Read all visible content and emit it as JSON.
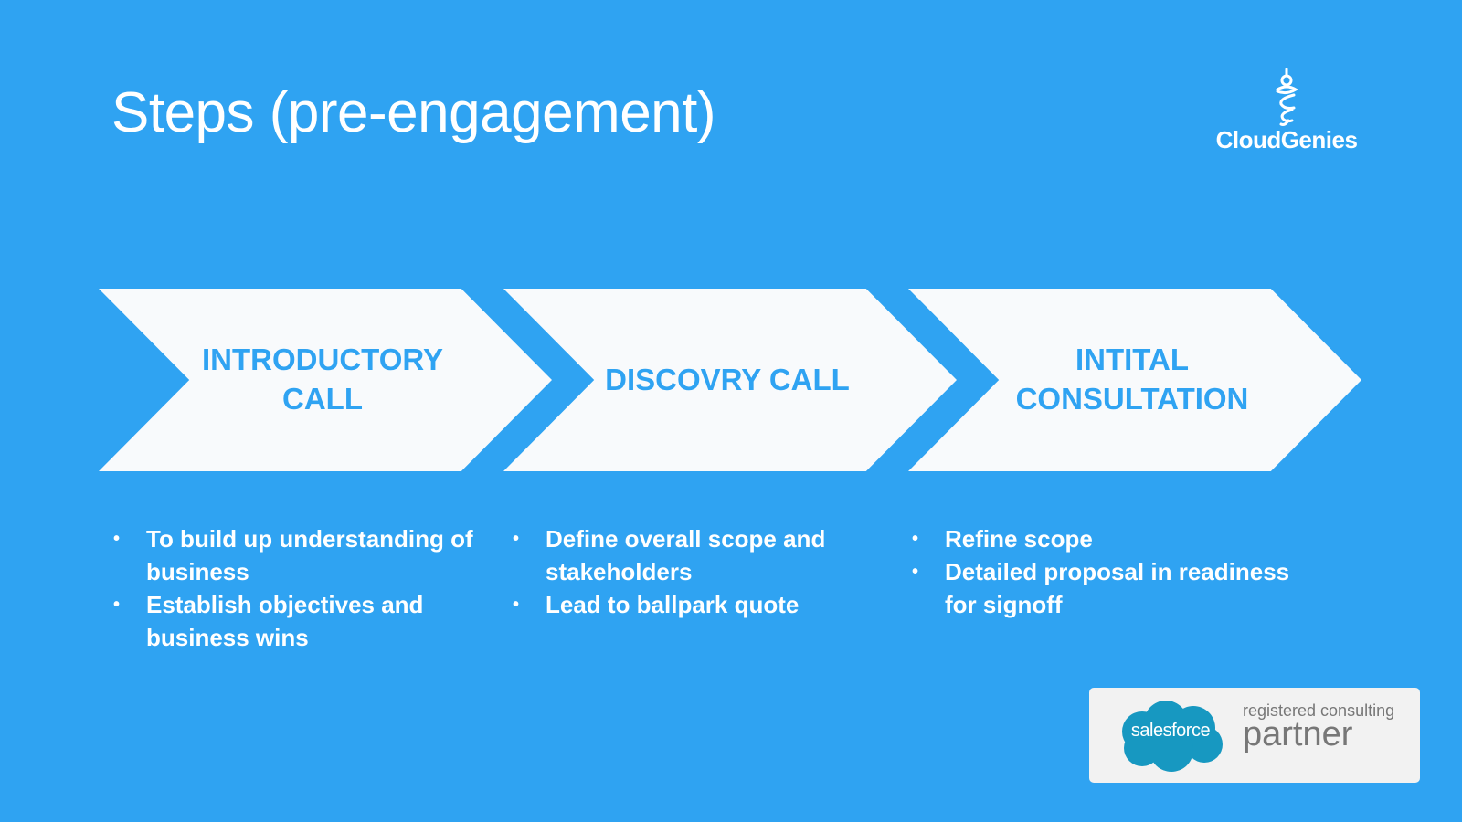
{
  "slide": {
    "title": "Steps (pre-engagement)",
    "background_color": "#2fa3f2",
    "chevron_color": "#f8fafc",
    "accent_text_color": "#2fa3f2"
  },
  "logo": {
    "text": "CloudGenies",
    "icon": "genie-icon"
  },
  "steps": [
    {
      "label": "INTRODUCTORY CALL",
      "bullets": [
        "To build up understanding of business",
        "Establish objectives and business wins"
      ]
    },
    {
      "label": "DISCOVRY CALL",
      "bullets": [
        "Define overall scope and stakeholders",
        "Lead to ballpark quote"
      ]
    },
    {
      "label": "INTITAL CONSULTATION",
      "bullets": [
        "Refine scope",
        "Detailed proposal in readiness for signoff"
      ]
    }
  ],
  "partner_badge": {
    "brand": "salesforce",
    "line1": "registered consulting",
    "line2": "partner",
    "icon": "salesforce-cloud-icon",
    "cloud_color": "#1798c1"
  }
}
